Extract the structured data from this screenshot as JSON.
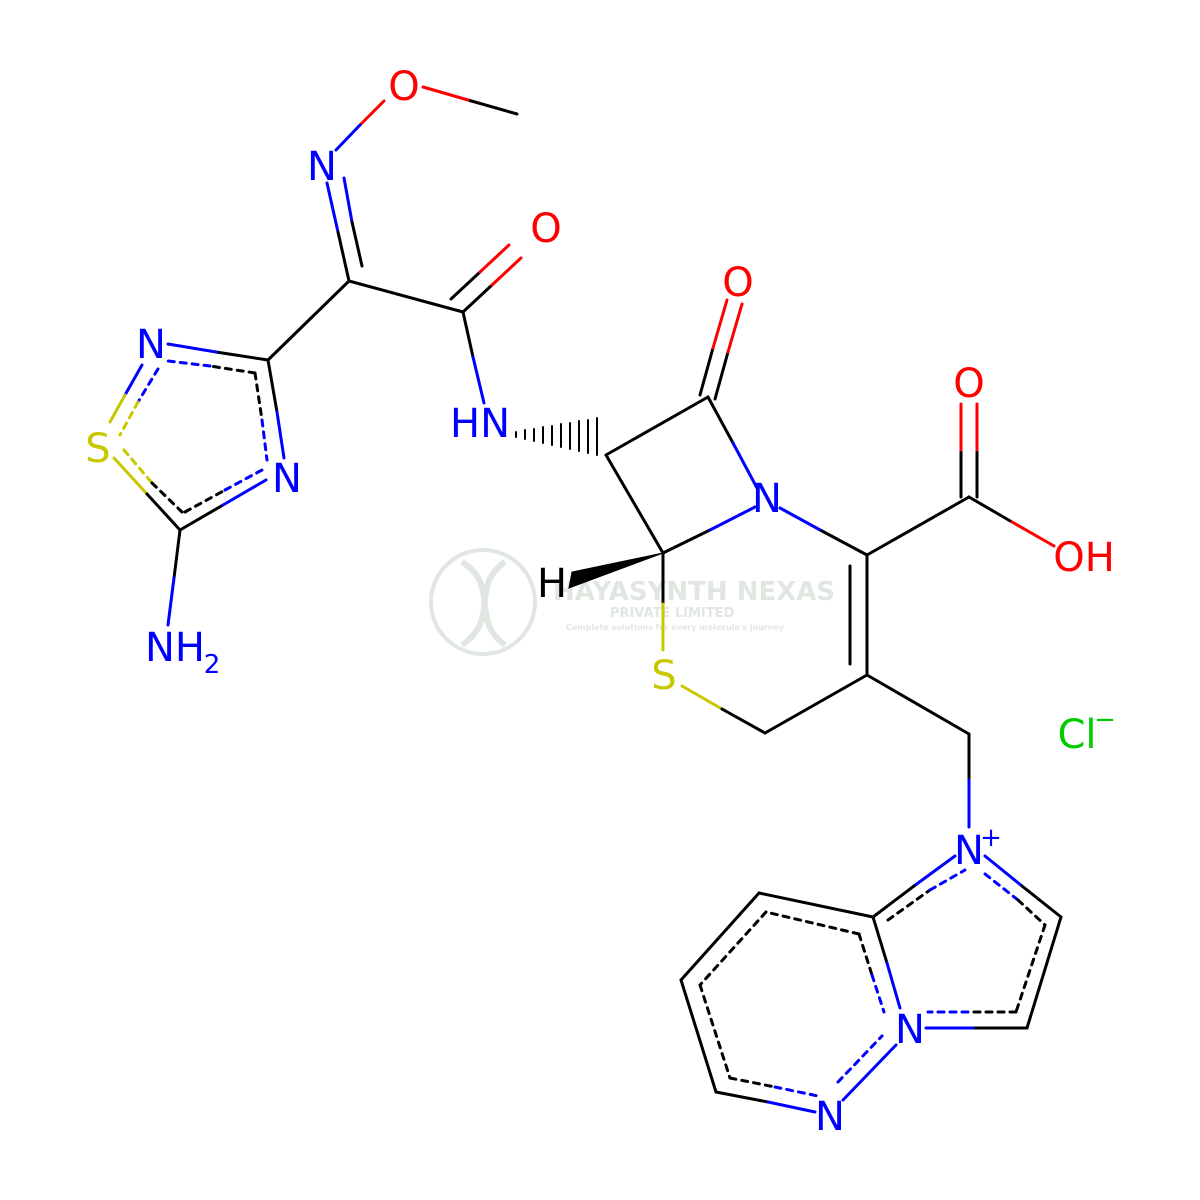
{
  "colors": {
    "bond": "#000000",
    "nitrogen": "#0000ff",
    "oxygen": "#ff0000",
    "sulfur": "#c8c800",
    "chlorine": "#00cc00",
    "watermark": "#c8d2c8"
  },
  "atoms": {
    "o_methoxy": "O",
    "n_oxime": "N",
    "o_amide": "O",
    "o_lactam": "O",
    "o_acid": "O",
    "oh_acid": "OH",
    "n_td_top": "N",
    "s_td": "S",
    "n_td_right": "N",
    "nh": "HN",
    "n_lactam": "N",
    "h_stereo": "H",
    "nh2_n": "NH",
    "nh2_sub": "2",
    "s_ring": "S",
    "cl": "Cl",
    "cl_charge": "−",
    "n_plus": "N",
    "n_plus_charge": "+",
    "n_bridge": "N",
    "n_pyridazine": "N"
  },
  "watermark": {
    "name": "HAYASYNTH NEXAS",
    "subtitle": "PRIVATE LIMITED",
    "tagline": "Complete solutions for every molecule's journey"
  }
}
